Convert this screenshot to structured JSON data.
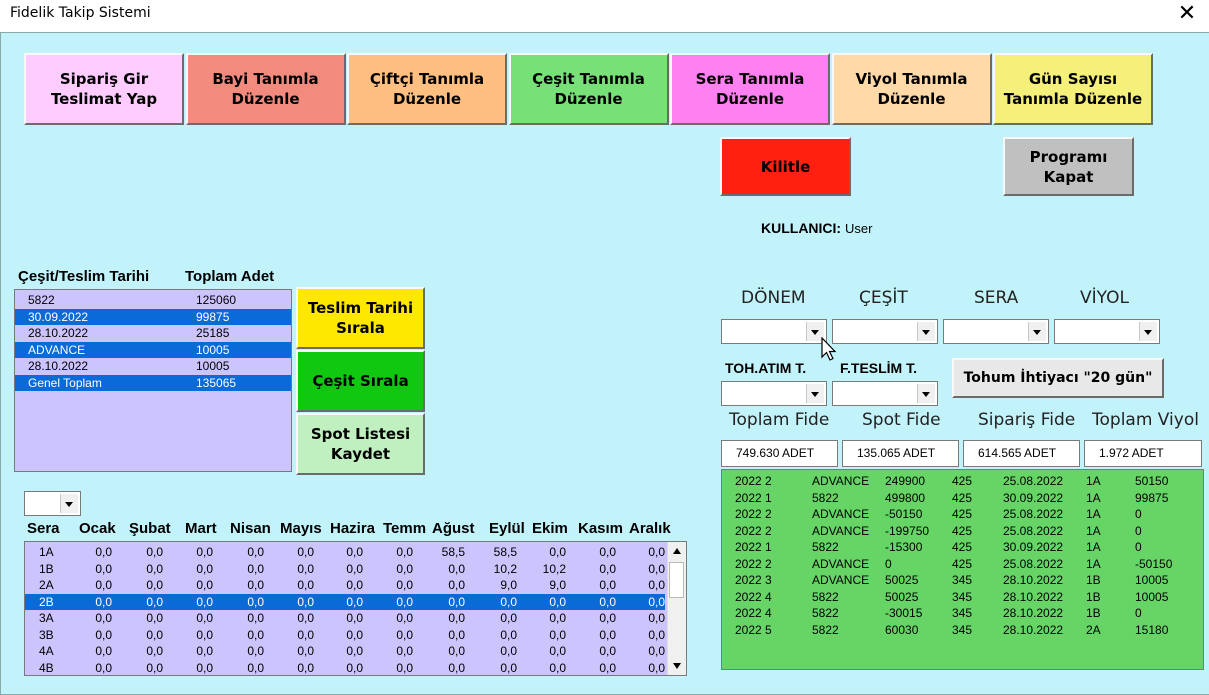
{
  "window": {
    "title": "Fidelik Takip Sistemi",
    "close_glyph": "✕"
  },
  "top_buttons": [
    {
      "label": "Sipariş Gir\nTeslimat Yap",
      "color": "#ffccff"
    },
    {
      "label": "Bayi Tanımla\nDüzenle",
      "color": "#f28b7d"
    },
    {
      "label": "Çiftçi Tanımla\nDüzenle",
      "color": "#ffbf80"
    },
    {
      "label": "Çeşit Tanımla\nDüzenle",
      "color": "#77e077"
    },
    {
      "label": "Sera Tanımla\nDüzenle",
      "color": "#ff80f0"
    },
    {
      "label": "Viyol Tanımla\nDüzenle",
      "color": "#ffd9a8"
    },
    {
      "label": "Gün Sayısı\nTanımla Düzenle",
      "color": "#f5f07a"
    }
  ],
  "lock_button": {
    "label": "Kilitle",
    "color": "#ff2010"
  },
  "close_program_button": {
    "label": "Programı\nKapat",
    "color": "#c0c0c0"
  },
  "user": {
    "label": "KULLANICI:",
    "value": "User"
  },
  "list_headers": {
    "left": "Çeşit/Teslim Tarihi",
    "right": "Toplam Adet"
  },
  "summary_list": [
    {
      "name": "5822",
      "total": "125060",
      "selected": false
    },
    {
      "name": "30.09.2022",
      "total": "99875",
      "selected": true
    },
    {
      "name": "28.10.2022",
      "total": "25185",
      "selected": false
    },
    {
      "name": "ADVANCE",
      "total": "10005",
      "selected": true
    },
    {
      "name": "28.10.2022",
      "total": "10005",
      "selected": false
    },
    {
      "name": "Genel Toplam",
      "total": "135065",
      "selected": true
    }
  ],
  "side_buttons": [
    {
      "label": "Teslim Tarihi\nSırala",
      "color": "#ffe800"
    },
    {
      "label": "Çeşit Sırala",
      "color": "#10c810"
    },
    {
      "label": "Spot Listesi\nKaydet",
      "color": "#c0f0c0"
    }
  ],
  "filter_labels": [
    "DÖNEM",
    "ÇEŞİT",
    "SERA",
    "VİYOL"
  ],
  "date_labels": [
    "TOH.ATIM T.",
    "F.TESLİM T."
  ],
  "seed_button": {
    "label": "Tohum İhtiyacı \"20 gün\""
  },
  "totals_labels": [
    "Toplam Fide",
    "Spot Fide",
    "Sipariş Fide",
    "Toplam Viyol"
  ],
  "totals_values": [
    "749.630 ADET",
    "135.065 ADET",
    "614.565 ADET",
    "1.972 ADET"
  ],
  "orders": [
    [
      "2022",
      "2",
      "ADVANCE",
      "249900",
      "425",
      "25.08.2022",
      "1A",
      "50150"
    ],
    [
      "2022",
      "1",
      "5822",
      "499800",
      "425",
      "30.09.2022",
      "1A",
      "99875"
    ],
    [
      "2022",
      "2",
      "ADVANCE",
      "-50150",
      "425",
      "25.08.2022",
      "1A",
      "0"
    ],
    [
      "2022",
      "2",
      "ADVANCE",
      "-199750",
      "425",
      "25.08.2022",
      "1A",
      "0"
    ],
    [
      "2022",
      "1",
      "5822",
      "-15300",
      "425",
      "30.09.2022",
      "1A",
      "0"
    ],
    [
      "2022",
      "2",
      "ADVANCE",
      "0",
      "425",
      "25.08.2022",
      "1A",
      "-50150"
    ],
    [
      "2022",
      "3",
      "ADVANCE",
      "50025",
      "345",
      "28.10.2022",
      "1B",
      "10005"
    ],
    [
      "2022",
      "4",
      "5822",
      "50025",
      "345",
      "28.10.2022",
      "1B",
      "10005"
    ],
    [
      "2022",
      "4",
      "5822",
      "-30015",
      "345",
      "28.10.2022",
      "1B",
      "0"
    ],
    [
      "2022",
      "5",
      "5822",
      "60030",
      "345",
      "28.10.2022",
      "2A",
      "15180"
    ]
  ],
  "month_headers": [
    "Sera",
    "Ocak",
    "Şubat",
    "Mart",
    "Nisan",
    "Mayıs",
    "Hazira",
    "Temm",
    "Ağust",
    "Eylül",
    "Ekim",
    "Kasım",
    "Aralık"
  ],
  "month_rows": [
    {
      "sera": "1A",
      "vals": [
        "0,0",
        "0,0",
        "0,0",
        "0,0",
        "0,0",
        "0,0",
        "0,0",
        "58,5",
        "58,5",
        "0,0",
        "0,0",
        "0,0"
      ],
      "selected": false
    },
    {
      "sera": "1B",
      "vals": [
        "0,0",
        "0,0",
        "0,0",
        "0,0",
        "0,0",
        "0,0",
        "0,0",
        "0,0",
        "10,2",
        "10,2",
        "0,0",
        "0,0"
      ],
      "selected": false
    },
    {
      "sera": "2A",
      "vals": [
        "0,0",
        "0,0",
        "0,0",
        "0,0",
        "0,0",
        "0,0",
        "0,0",
        "0,0",
        "9,0",
        "9,0",
        "0,0",
        "0,0"
      ],
      "selected": false
    },
    {
      "sera": "2B",
      "vals": [
        "0,0",
        "0,0",
        "0,0",
        "0,0",
        "0,0",
        "0,0",
        "0,0",
        "0,0",
        "0,0",
        "0,0",
        "0,0",
        "0,0"
      ],
      "selected": true
    },
    {
      "sera": "3A",
      "vals": [
        "0,0",
        "0,0",
        "0,0",
        "0,0",
        "0,0",
        "0,0",
        "0,0",
        "0,0",
        "0,0",
        "0,0",
        "0,0",
        "0,0"
      ],
      "selected": false
    },
    {
      "sera": "3B",
      "vals": [
        "0,0",
        "0,0",
        "0,0",
        "0,0",
        "0,0",
        "0,0",
        "0,0",
        "0,0",
        "0,0",
        "0,0",
        "0,0",
        "0,0"
      ],
      "selected": false
    },
    {
      "sera": "4A",
      "vals": [
        "0,0",
        "0,0",
        "0,0",
        "0,0",
        "0,0",
        "0,0",
        "0,0",
        "0,0",
        "0,0",
        "0,0",
        "0,0",
        "0,0"
      ],
      "selected": false
    },
    {
      "sera": "4B",
      "vals": [
        "0,0",
        "0,0",
        "0,0",
        "0,0",
        "0,0",
        "0,0",
        "0,0",
        "0,0",
        "0,0",
        "0,0",
        "0,0",
        "0,0"
      ],
      "selected": false
    }
  ],
  "colors": {
    "form_bg": "#c2f3fb",
    "list_bg": "#ccc4fc",
    "selection": "#0a6ad8",
    "orders_bg": "#66d566"
  }
}
